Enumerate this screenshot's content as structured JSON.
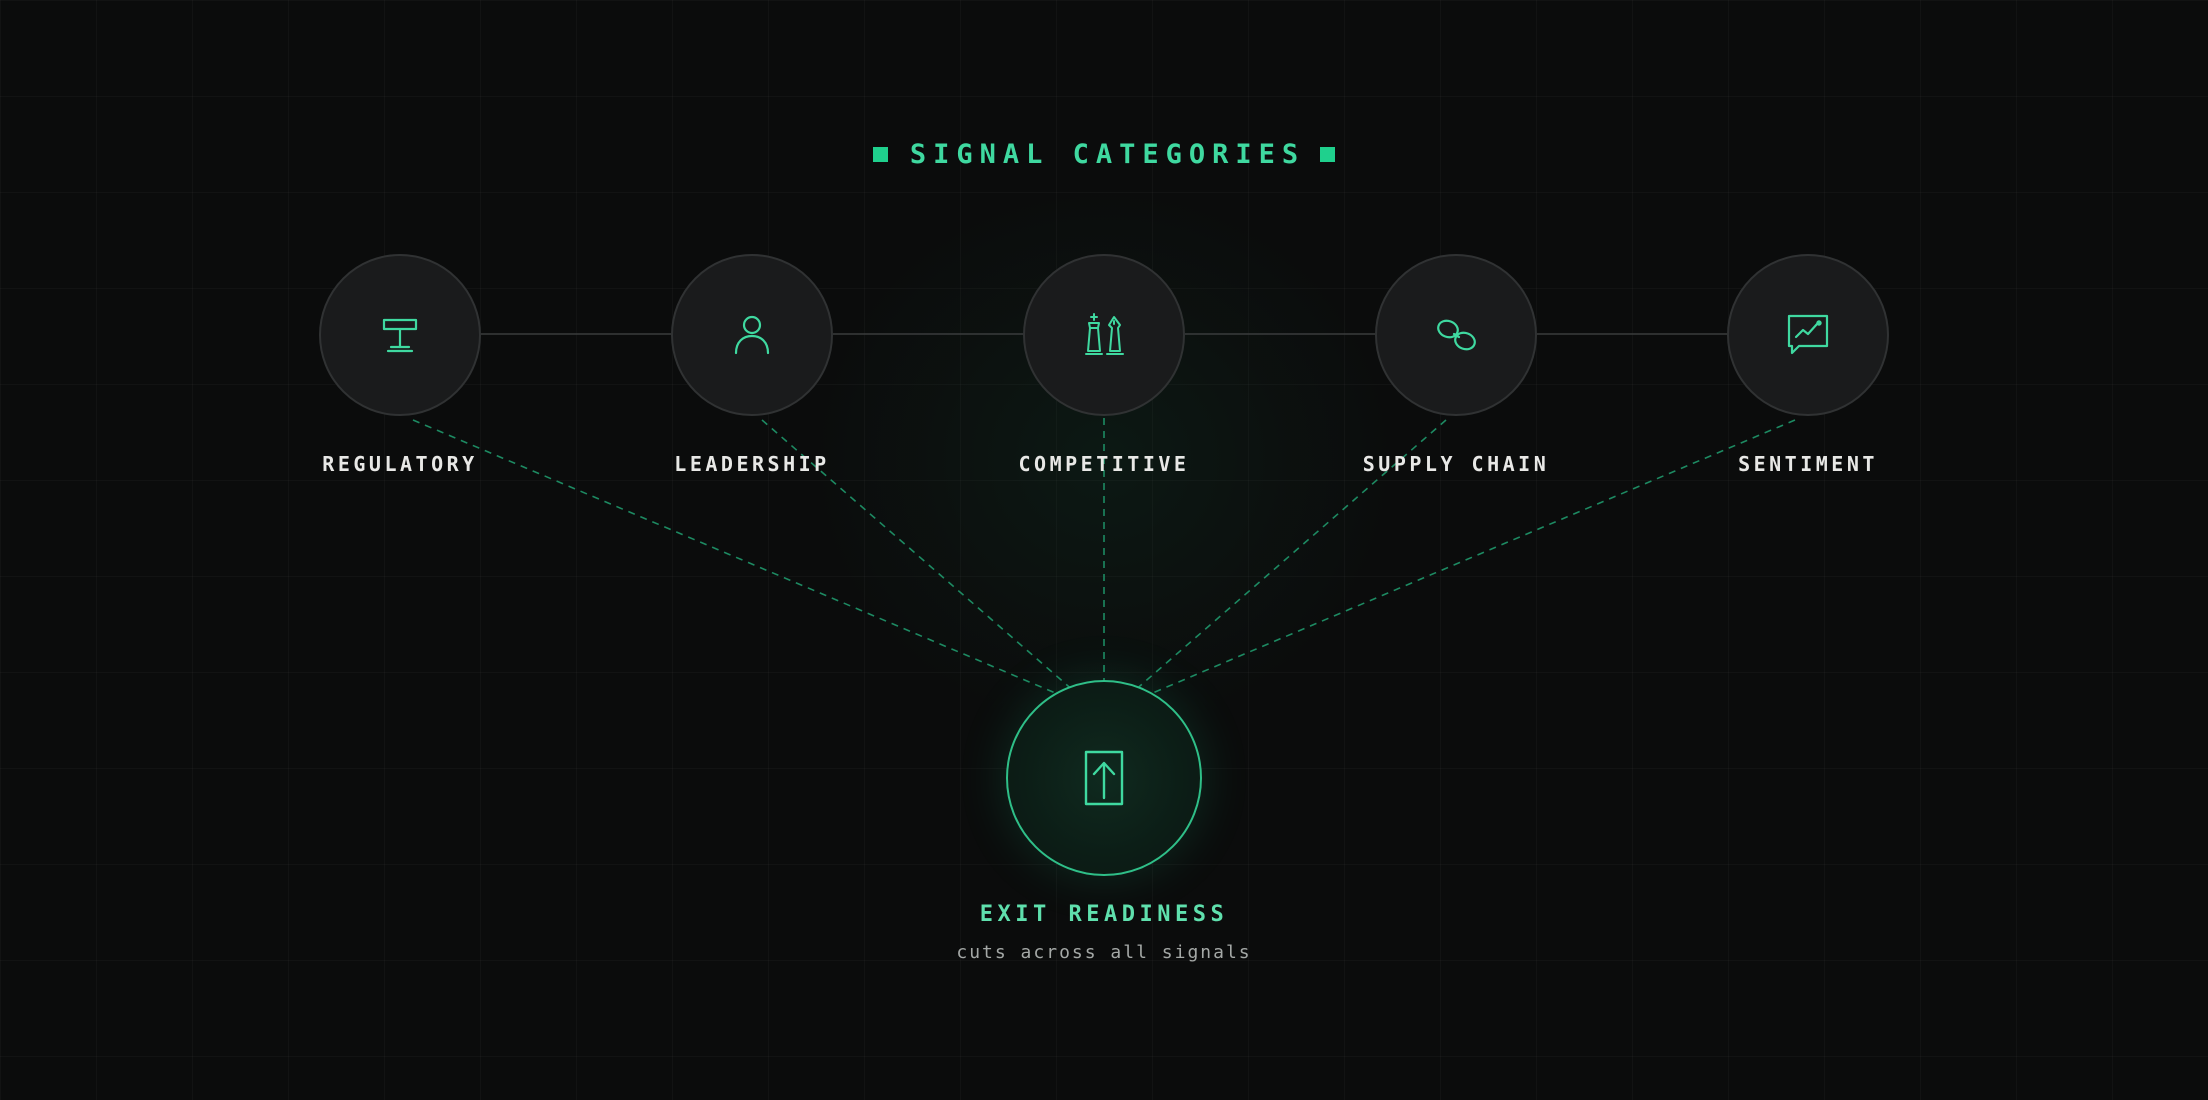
{
  "heading": {
    "title": "SIGNAL CATEGORIES"
  },
  "colors": {
    "background": "#0b0c0c",
    "accent": "#1fd08d",
    "accent_text": "#3fd9a0",
    "node_fill": "#1a1b1c",
    "node_border": "#303233",
    "label": "#e8e8e6",
    "subtext": "#a4a8a6"
  },
  "categories": [
    {
      "label": "REGULATORY",
      "icon": "podium-icon"
    },
    {
      "label": "LEADERSHIP",
      "icon": "person-icon"
    },
    {
      "label": "COMPETITIVE",
      "icon": "chess-pieces-icon"
    },
    {
      "label": "SUPPLY CHAIN",
      "icon": "chain-link-icon"
    },
    {
      "label": "SENTIMENT",
      "icon": "chart-speech-bubble-icon"
    }
  ],
  "hub": {
    "title": "EXIT READINESS",
    "subtitle": "cuts across all signals",
    "icon": "exit-door-arrow-icon"
  }
}
